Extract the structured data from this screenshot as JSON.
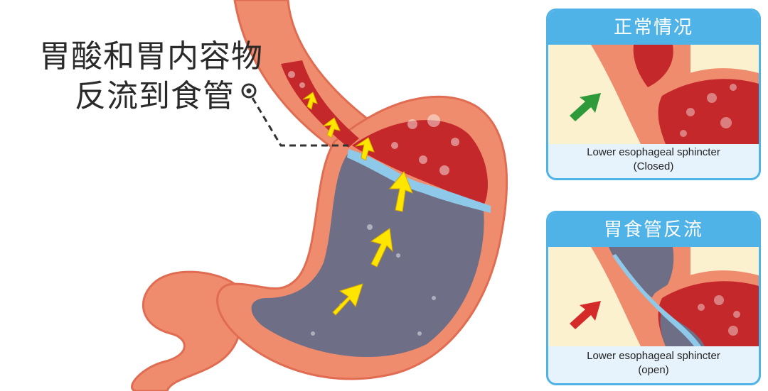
{
  "callout": {
    "line1": "胃酸和胃内容物",
    "line2": "反流到食管"
  },
  "panels": [
    {
      "title": "正常情况",
      "caption_line1": "Lower esophageal sphincter",
      "caption_line2": "(Closed)",
      "arrow_color": "#2e9a3a",
      "state": "closed"
    },
    {
      "title": "胃食管反流",
      "caption_line1": "Lower esophageal sphincter",
      "caption_line2": "(open)",
      "arrow_color": "#d42a2a",
      "state": "open"
    }
  ],
  "colors": {
    "stomach_wall": "#f08c6e",
    "stomach_wall_dark": "#e06c52",
    "stomach_lining": "#c4282a",
    "stomach_content": "#6e6e86",
    "acid_wave": "#8ec9ea",
    "reflux_arrows": "#ffe600",
    "panel_border": "#4fb3e8",
    "panel_bg": "#e6f3fc",
    "panel_inner": "#fbf1cf"
  }
}
